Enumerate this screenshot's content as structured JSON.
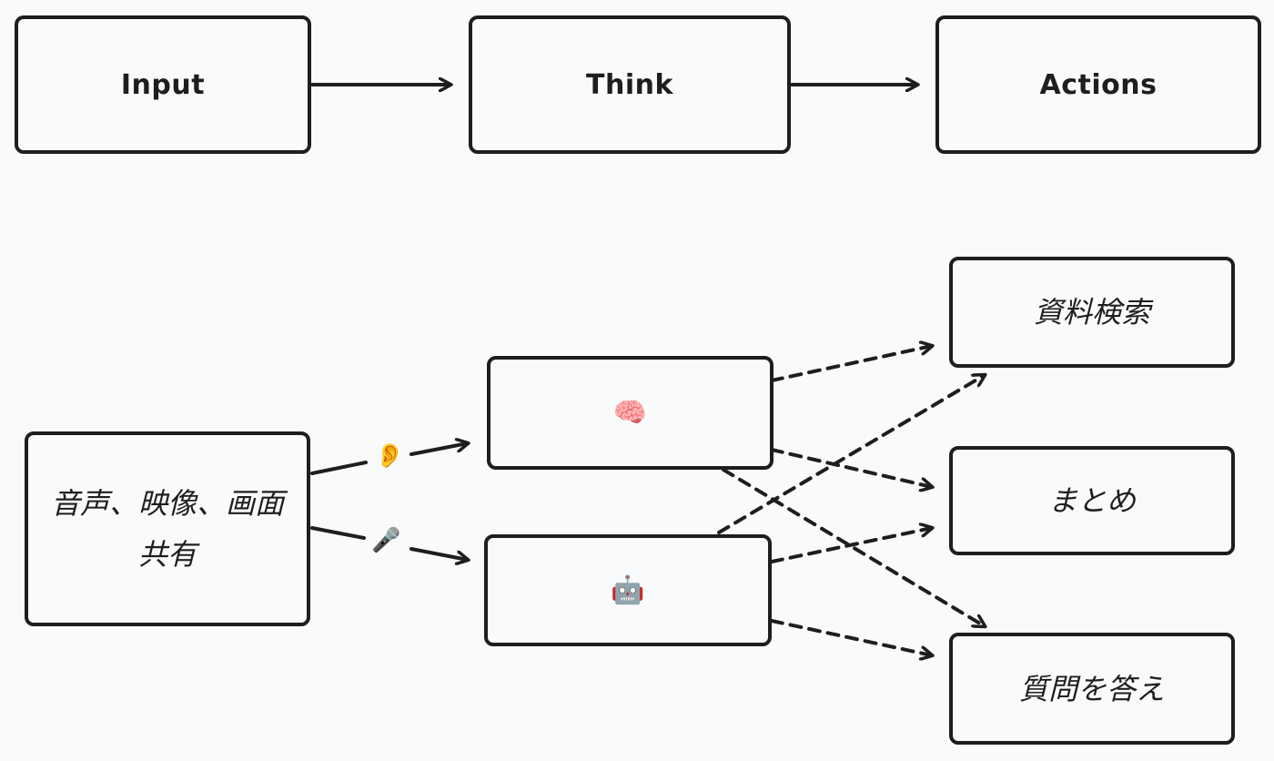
{
  "top_flow": {
    "input_label": "Input",
    "think_label": "Think",
    "actions_label": "Actions"
  },
  "detail_flow": {
    "input_label": "音声、映像、画面共有",
    "brain_icon": "🧠",
    "robot_icon": "🤖",
    "ear_icon": "👂",
    "mic_icon": "🎤",
    "actions": [
      "資料検索",
      "まとめ",
      "質問を答え"
    ]
  },
  "colors": {
    "stroke": "#1e1e1e",
    "background": "#f9fafc"
  }
}
